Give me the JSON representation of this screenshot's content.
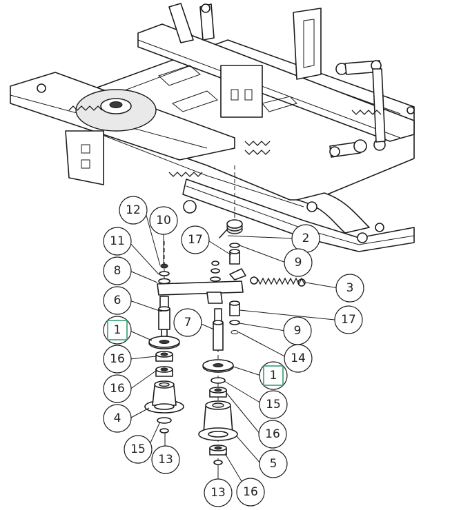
{
  "callouts": [
    {
      "id": "c1",
      "label": "1",
      "highlighted": true
    },
    {
      "id": "c1b",
      "label": "1",
      "highlighted": true
    },
    {
      "id": "c2",
      "label": "2"
    },
    {
      "id": "c3",
      "label": "3"
    },
    {
      "id": "c4",
      "label": "4"
    },
    {
      "id": "c5",
      "label": "5"
    },
    {
      "id": "c6",
      "label": "6"
    },
    {
      "id": "c7",
      "label": "7"
    },
    {
      "id": "c8",
      "label": "8"
    },
    {
      "id": "c9",
      "label": "9"
    },
    {
      "id": "c9b",
      "label": "9"
    },
    {
      "id": "c10",
      "label": "10"
    },
    {
      "id": "c11",
      "label": "11"
    },
    {
      "id": "c12",
      "label": "12"
    },
    {
      "id": "c13",
      "label": "13"
    },
    {
      "id": "c13b",
      "label": "13"
    },
    {
      "id": "c14",
      "label": "14"
    },
    {
      "id": "c15",
      "label": "15"
    },
    {
      "id": "c15b",
      "label": "15"
    },
    {
      "id": "c16",
      "label": "16"
    },
    {
      "id": "c16b",
      "label": "16"
    },
    {
      "id": "c16c",
      "label": "16"
    },
    {
      "id": "c16d",
      "label": "16"
    },
    {
      "id": "c17",
      "label": "17"
    },
    {
      "id": "c17b",
      "label": "17"
    }
  ],
  "colors": {
    "line": "#1a1a1a",
    "highlight": "#2e9e6e",
    "background": "#ffffff"
  }
}
